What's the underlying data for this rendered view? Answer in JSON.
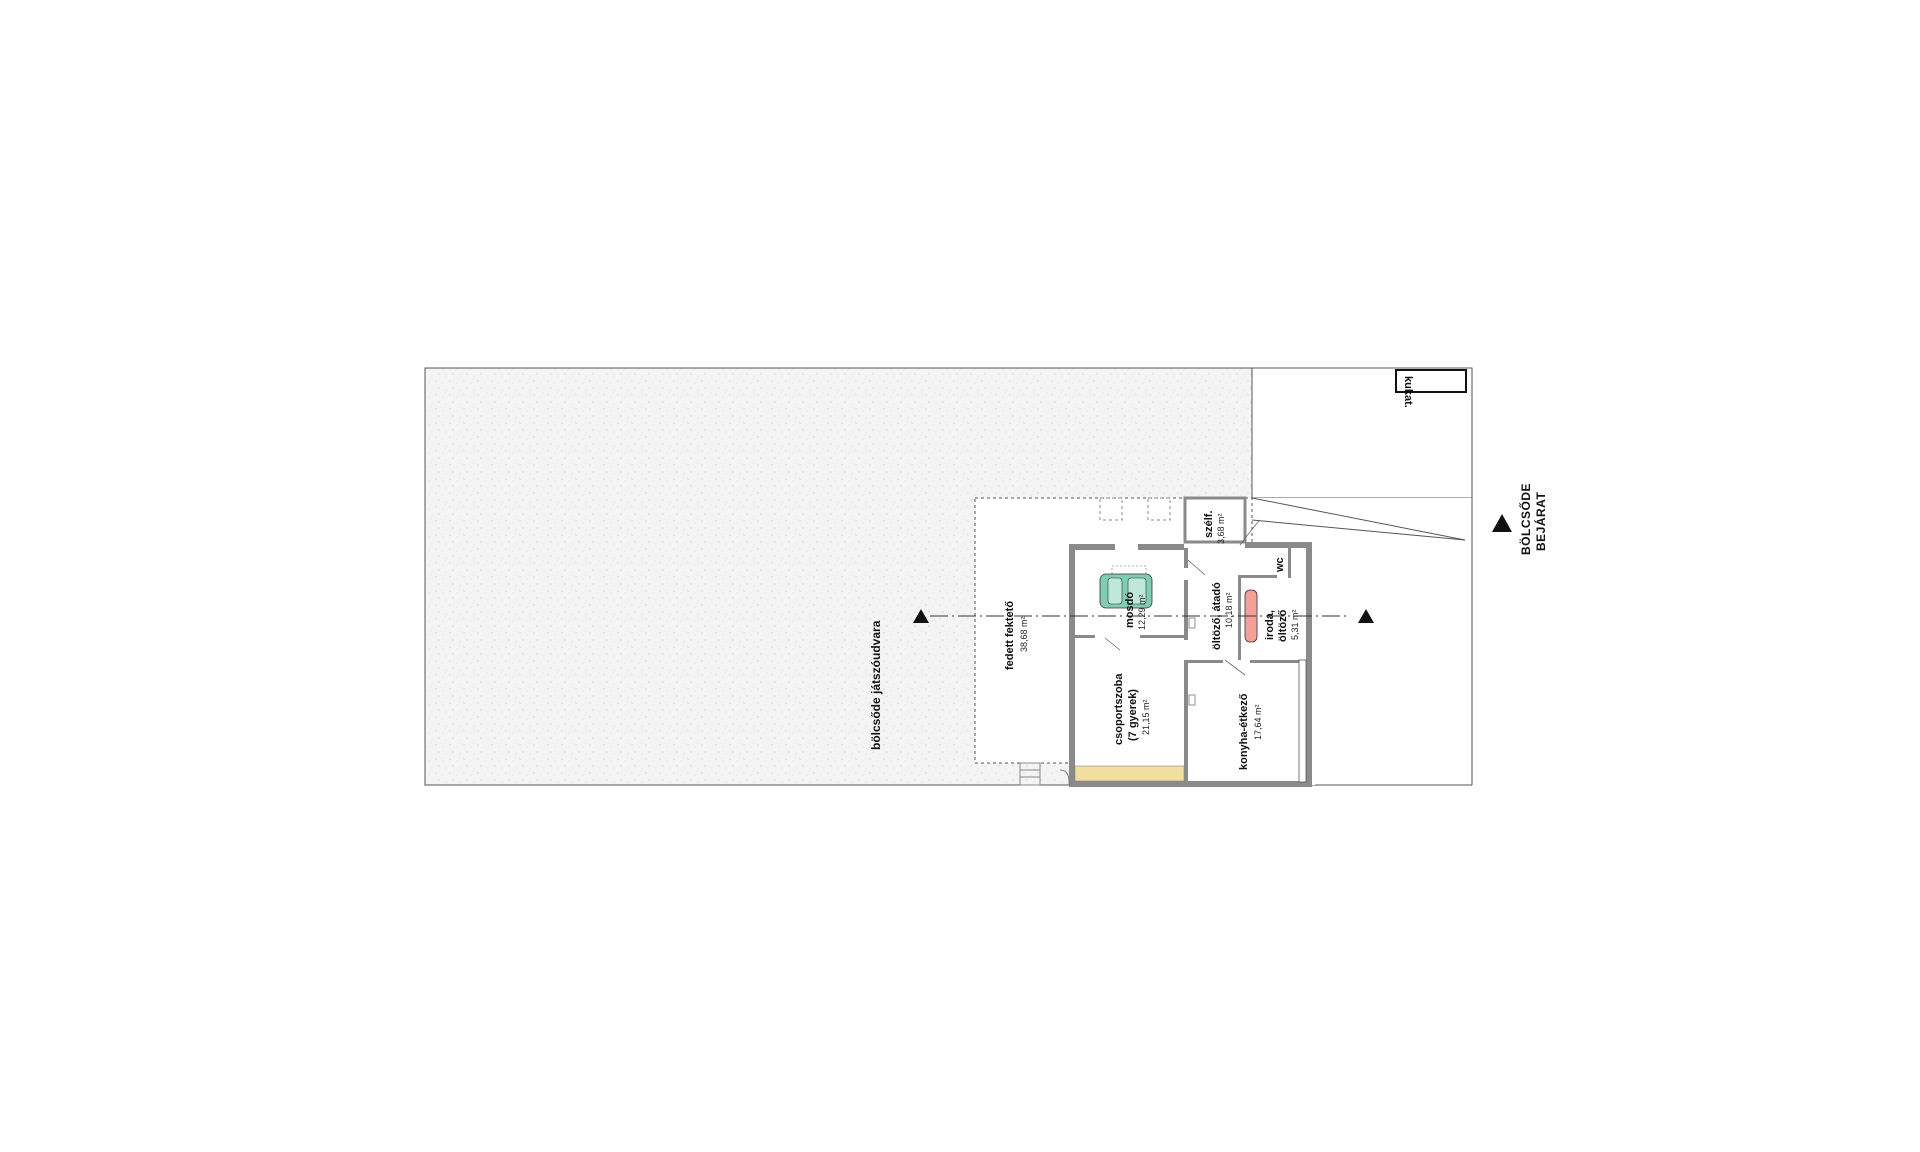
{
  "colors": {
    "background": "#ffffff",
    "yard_fill": "#f3f3f3",
    "wall": "#8a8a8a",
    "line": "#555555",
    "bathroom_fixture": "#7fcdb4",
    "office_desk": "#f4a098",
    "play_mat": "#f2dfa0"
  },
  "rooms": {
    "yard": {
      "name": "bölcsőde játszóudvara"
    },
    "covered": {
      "name": "fedett fektető",
      "area": "38,68 m²"
    },
    "washroom": {
      "name": "mosdó",
      "area": "12,29 m²"
    },
    "group_room": {
      "name_1": "csoportszoba",
      "name_2": "(7 gyerek)",
      "area": "21,15 m²"
    },
    "windbreak": {
      "name": "szélf.",
      "area": "3,68 m²"
    },
    "cloakroom": {
      "name": "öltöző, átadó",
      "area": "10,18 m²"
    },
    "office": {
      "name_1": "iroda,",
      "name_2": "öltöző",
      "area": "5,31 m²"
    },
    "wc": {
      "name": "wc"
    },
    "kitchen": {
      "name": "konyha-étkező",
      "area": "17,64 m²"
    },
    "bins": {
      "name": "kukat."
    }
  },
  "entrance": {
    "line_1": "BÖLCSŐDE",
    "line_2": "BEJÁRAT"
  },
  "icons": {
    "section_marker": "triangle-up",
    "entrance_marker": "triangle-up"
  }
}
